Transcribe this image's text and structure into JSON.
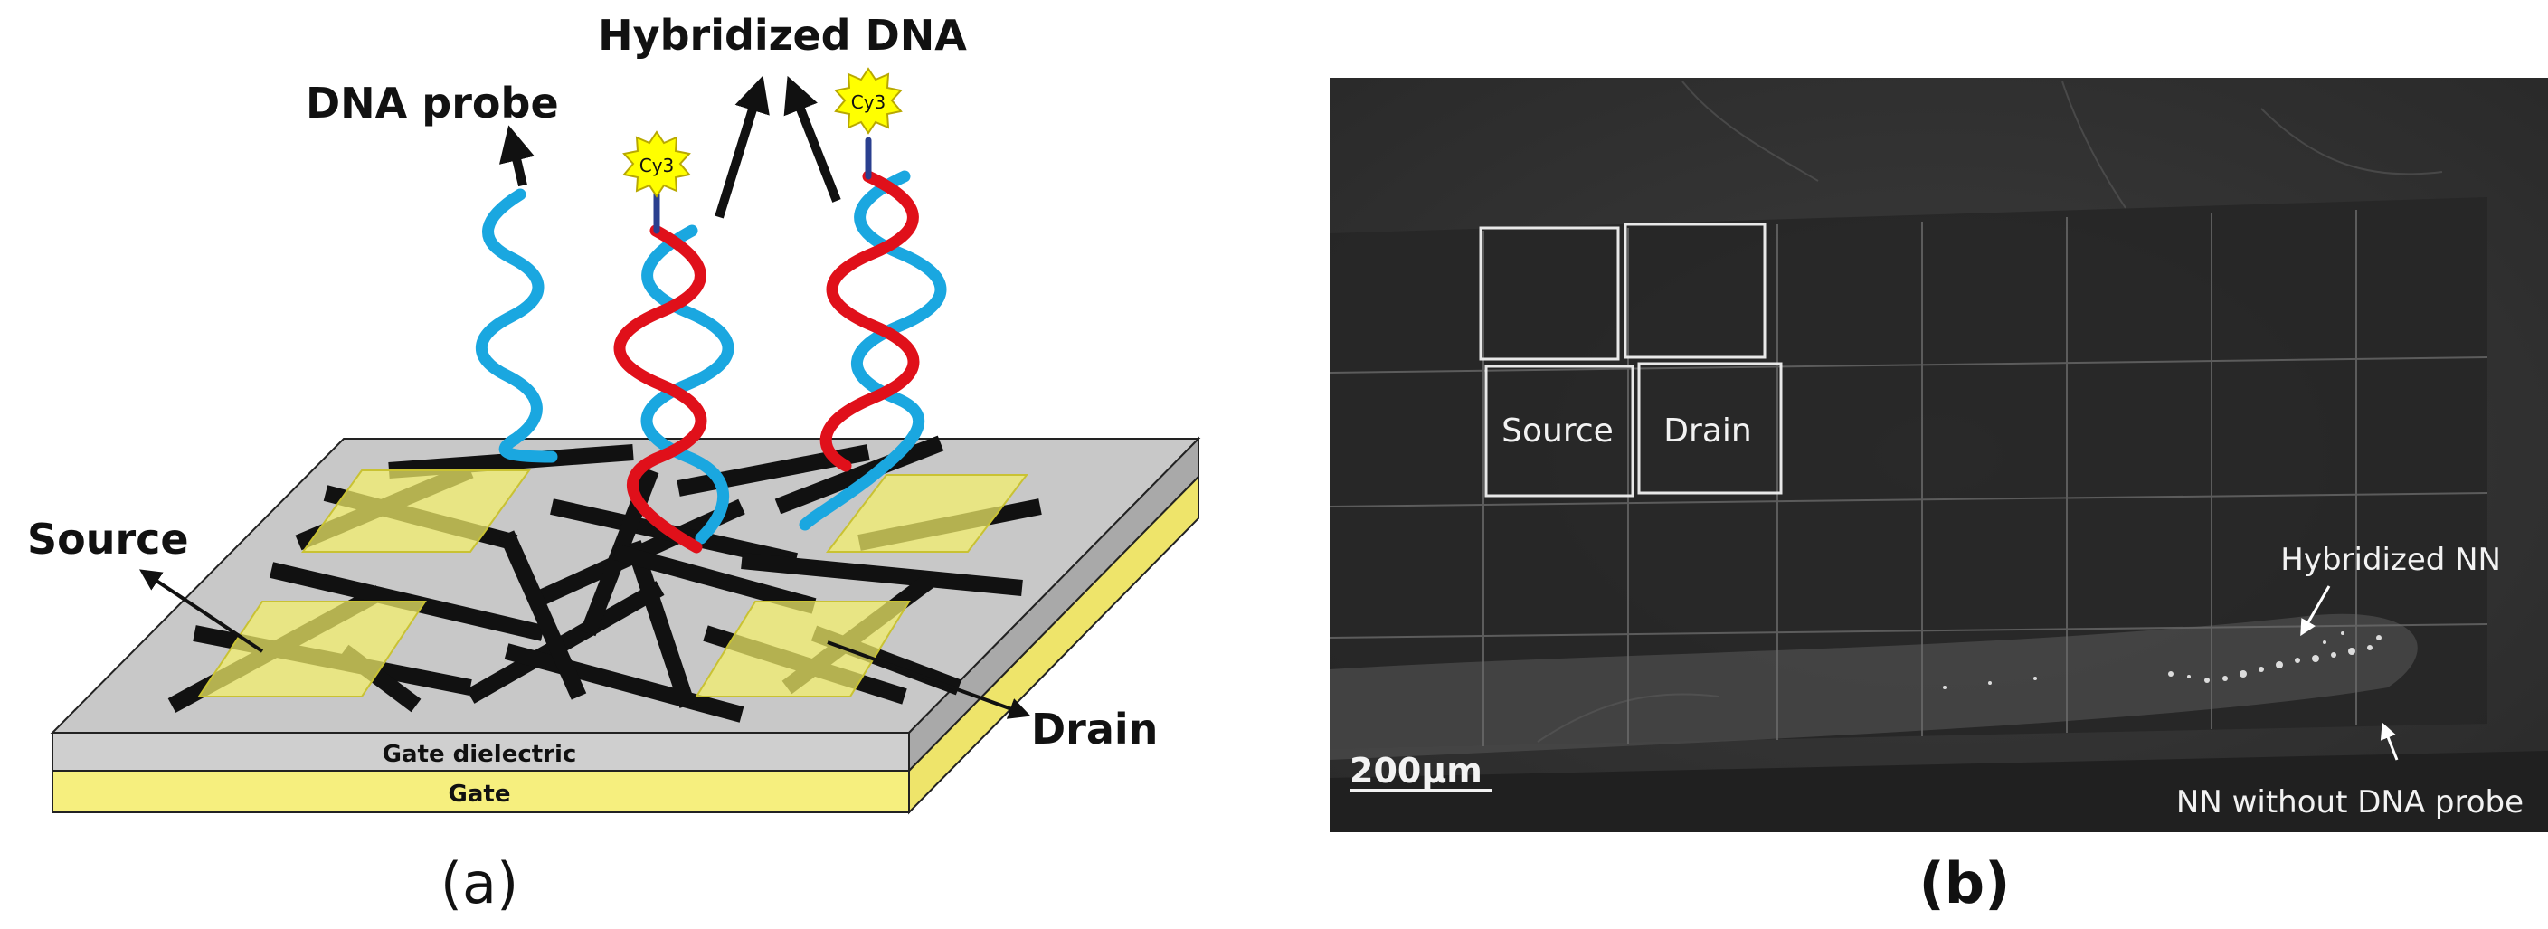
{
  "panel_a": {
    "caption": "(a)",
    "labels": {
      "hybridized_dna": "Hybridized DNA",
      "dna_probe": "DNA probe",
      "source": "Source",
      "drain": "Drain",
      "gate_dielectric": "Gate dielectric",
      "gate": "Gate",
      "cy3_left": "Cy3",
      "cy3_right": "Cy3"
    },
    "colors": {
      "probe_strand": "#1aa7e0",
      "target_strand": "#e0101a",
      "electrode": "#f4f06a",
      "substrate_top": "#c8c8c8",
      "gate_layer": "#f6ef7e",
      "dye": "#ffff00"
    }
  },
  "panel_b": {
    "caption": "(b)",
    "labels": {
      "source": "Source",
      "drain": "Drain",
      "hybridized_nn": "Hybridized NN",
      "nn_without_probe": "NN without DNA probe",
      "scale_bar": "200µm"
    }
  }
}
